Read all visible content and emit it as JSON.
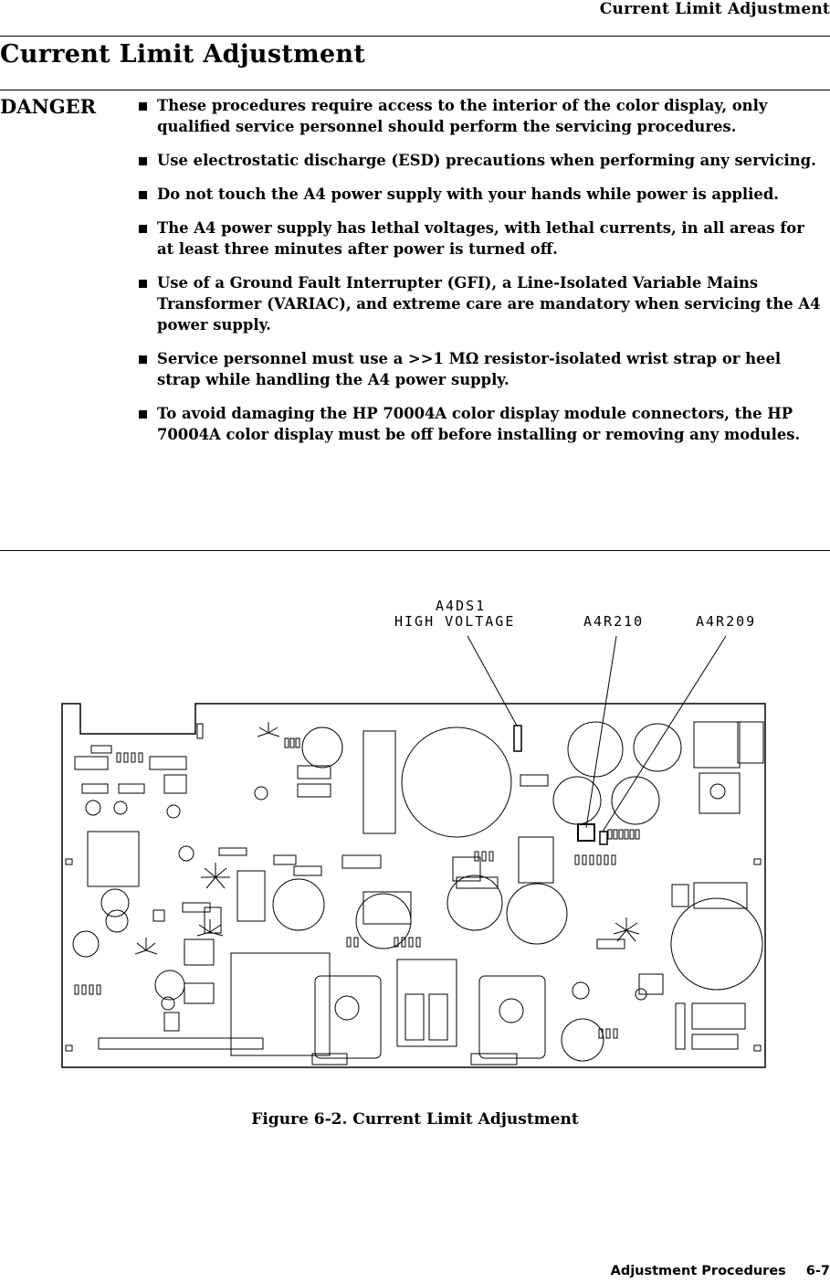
{
  "header": {
    "running_title": "Current Limit Adjustment"
  },
  "section": {
    "title": "Current Limit Adjustment"
  },
  "danger": {
    "label": "DANGER",
    "items": [
      "These procedures require access to the interior of the color display, only qualified service personnel should perform the servicing procedures.",
      "Use electrostatic discharge (ESD) precautions when performing any servicing.",
      "Do not touch the A4 power supply with your hands while power is applied.",
      "The A4 power supply has lethal voltages, with lethal currents, in all areas for at least three minutes after power is turned off.",
      "Use of a Ground Fault Interrupter (GFI), a Line-Isolated Variable Mains Transformer (VARIAC), and extreme care are mandatory when servicing the A4 power supply.",
      "Service personnel must use a >>1 MΩ resistor-isolated wrist strap or heel strap while handling the A4 power supply.",
      "To avoid damaging the HP 70004A color display module connectors, the HP 70004A color display must be off before installing or removing any modules."
    ]
  },
  "figure": {
    "callouts": {
      "a4ds1_line1": "A4DS1",
      "a4ds1_line2": "HIGH VOLTAGE",
      "a4r210": "A4R210",
      "a4r209": "A4R209"
    },
    "caption": "Figure 6-2. Current Limit Adjustment"
  },
  "footer": {
    "chapter": "Adjustment Procedures",
    "page": "6-7"
  }
}
